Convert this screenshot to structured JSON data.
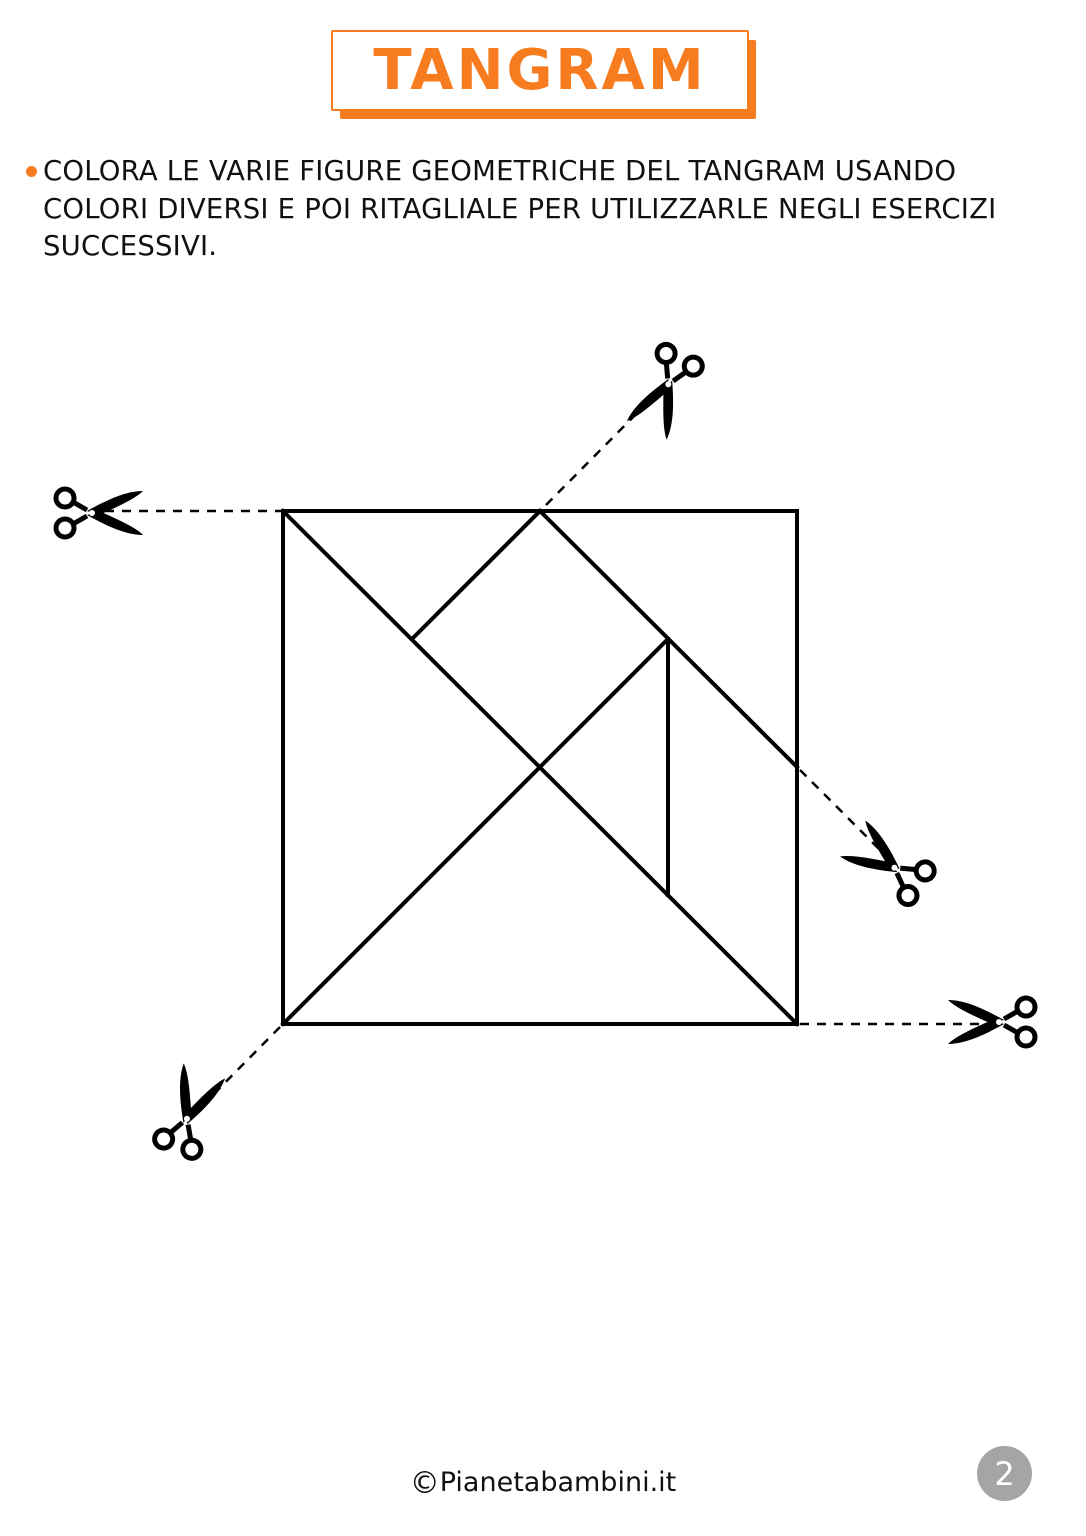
{
  "header": {
    "title": "TANGRAM"
  },
  "instructions": {
    "bullet_color": "#f77b1f",
    "lines": [
      "COLORA LE VARIE FIGURE GEOMETRICHE DEL TANGRAM USANDO",
      "COLORI DIVERSI E POI RITAGLIALE PER UTILIZZARLE NEGLI ESERCIZI",
      "SUCCESSIVI."
    ]
  },
  "tangram": {
    "pieces": [
      "large-triangle-left",
      "large-triangle-bottom",
      "square",
      "parallelogram",
      "medium-triangle",
      "small-triangle-center",
      "small-triangle-top"
    ],
    "cut_guides": [
      "top-left",
      "top-center",
      "right-middle",
      "bottom-right",
      "bottom-left"
    ],
    "icon": "scissors-icon"
  },
  "footer": {
    "copyright_symbol": "©",
    "site": "Pianetabambini.it",
    "page_number": "2"
  },
  "colors": {
    "accent": "#f77b1f",
    "page_badge": "#a5a5a5",
    "ink": "#000000"
  }
}
